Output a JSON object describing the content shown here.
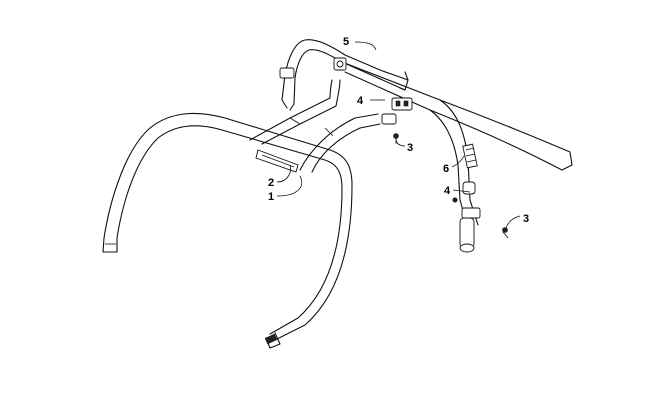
{
  "callouts": {
    "c1": "1",
    "c2": "2",
    "c3a": "3",
    "c3b": "3",
    "c4a": "4",
    "c4b": "4",
    "c5": "5",
    "c6": "6"
  },
  "colors": {
    "line": "#111111",
    "background": "#ffffff"
  }
}
